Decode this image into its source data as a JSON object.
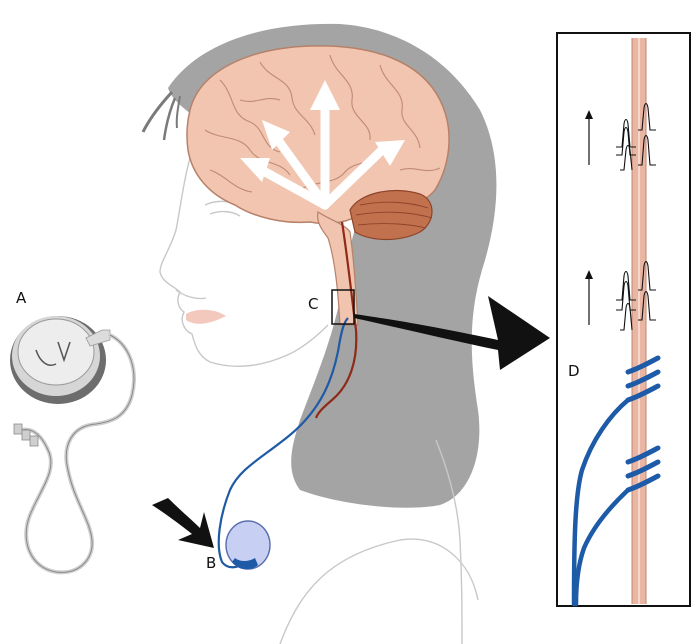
{
  "labels": {
    "a": "A",
    "b": "B",
    "c": "C",
    "d": "D"
  },
  "colors": {
    "hair": "#a3a3a3",
    "brain": "#f0c4ae",
    "brain_outline": "#b9826b",
    "cerebellum": "#c0714f",
    "vagus_nerve": "#8e2a17",
    "lead_wire": "#1e5aa5",
    "nerve_fiber": "#e8b4a2",
    "generator_body": "#c5cdf2",
    "skin_outline": "#bfbfbf",
    "arrow": "#111111"
  },
  "icons": [
    "stimulation-arrows",
    "pointer-arrow",
    "electrode-coil",
    "action-potential-spikes"
  ]
}
